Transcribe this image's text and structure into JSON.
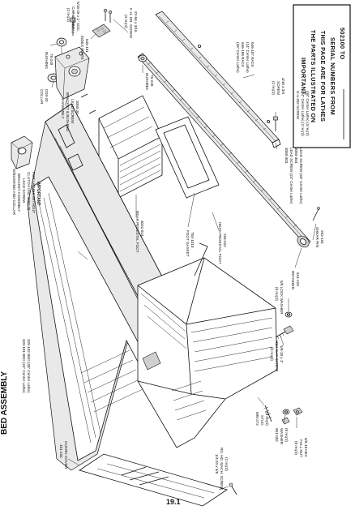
{
  "title": "BED ASSEMBLY",
  "page_number": "19.1",
  "notice": {
    "line1": "IMPORTANT",
    "line2": "THE PARTS ILLUSTRATED ON",
    "line3": "THIS PAGE ARE FOR LATHES",
    "line4": "SERIAL NUMBERS FROM",
    "line5": "502100 TO"
  },
  "callouts": {
    "cap_screw_top": [
      "5/16-18 x 1\" SOC.",
      "CAP SCREW",
      "(2 req'd)"
    ],
    "bushing_top": [
      "78-249",
      "BUSHING"
    ],
    "index_plate": [
      "646-181",
      "INDEX PLATE"
    ],
    "fil_screw": [
      "#2-56 x 3/16",
      "F. H. DR. SCREW",
      "(4 req'd)"
    ],
    "collar": [
      "DS9-20",
      "COLLAR"
    ],
    "bracket": [
      "3060-20",
      "LEAD SCREW",
      "BRACKET & BUSHING",
      "ASSEMBLY"
    ],
    "bushing_mid": [
      "76-249",
      "BUSHING"
    ],
    "rack": [
      "646-187 RACK",
      "(24\" Center Lathe)",
      "646-188 RACK",
      "(36\" Center Lathe)"
    ],
    "rack_screw": [
      "3/16 x 3/4",
      "SCREW",
      "(2 req'd)"
    ],
    "lead_screw_top": [
      "G-1-202 SCREW",
      "(24\" Center Lathe) (2 req'd)",
      "(36\" Center Lathe) (3 req'd)"
    ],
    "lead_screw": [
      "3060-303",
      "LEAD SCREW (24\" Center Lathe)",
      "3060-304",
      "LEAD SCREW (36\" Center Lathe)"
    ],
    "important_note": [
      "IMPORTANT",
      "FOR LATHES WITHOUT",
      "CLUTCH USE 3060-28",
      "LEAD SCREW",
      "BRACKET ASSEMBLY",
      "W/BUSHING AND COLLAR"
    ],
    "rear_foot": [
      "3041-014",
      "REAR PEDESTAL FOOT"
    ],
    "foot_gasket": [
      "754-1010",
      "FOOT GASKET"
    ],
    "head_foot": [
      "294-012",
      "HEAD PEDESTAL FOOT"
    ],
    "shear_pin": [
      "262-101",
      "SHEAR PIN"
    ],
    "retainer": [
      "641-120",
      "RETAINER"
    ],
    "lock_washer": [
      "5/8 LOCK WASHER",
      "(8 req'd)"
    ],
    "hex_cap": [
      "5/8-18 x 1\"",
      "HEX CAP SCREW",
      "(8 req'd)"
    ],
    "bed": [
      "328-101 BED (24\" Center Lathe)",
      "328-102 BED (36\" Center Lathe)"
    ],
    "stud": [
      "695-272",
      "STUD",
      "(4 req'd)"
    ],
    "washer": [
      "951-092",
      "WASHER",
      "(8 req'd)"
    ],
    "nut": [
      "5/8-18 HEX",
      "FULL NUT",
      "(8 req'd)"
    ],
    "guard_cover": [
      "151-101",
      "GUARD COVER"
    ],
    "guard_screw": [
      "1/4-20 x 5/8",
      "RD. HD. MACH. SCREW",
      "(2 req'd)"
    ]
  }
}
